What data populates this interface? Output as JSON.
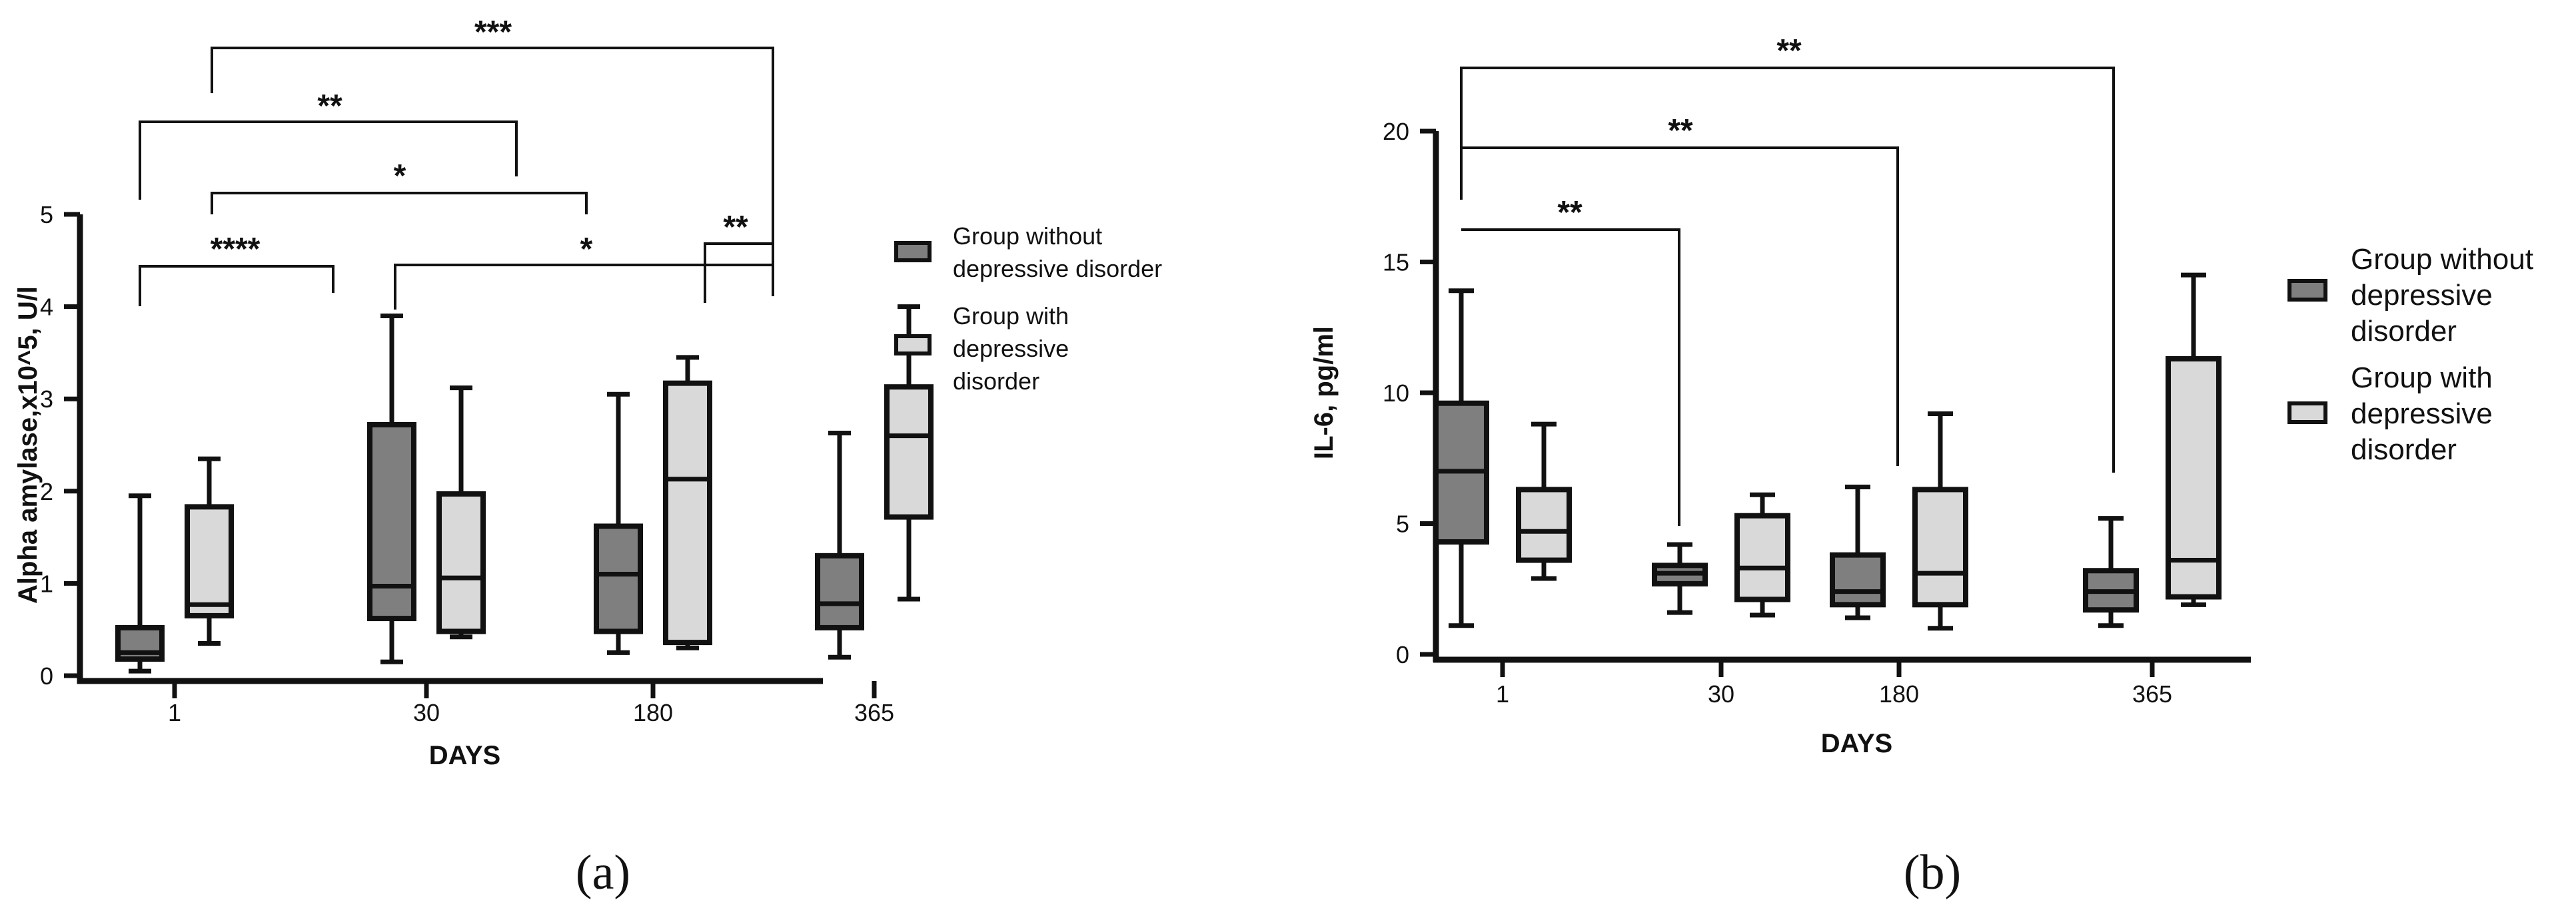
{
  "colors": {
    "group_without": "#7f7f7f",
    "group_with": "#d9d9d9",
    "stroke": "#111111"
  },
  "chart_data": [
    {
      "panel": "(a)",
      "type": "box",
      "xlabel": "DAYS",
      "ylabel": "Alpha amylase,x10^5, U/l",
      "ylim": [
        0,
        5
      ],
      "yticks": [
        "0",
        "1",
        "2",
        "3",
        "4",
        "5"
      ],
      "categories": [
        "1",
        "30",
        "180",
        "365"
      ],
      "legend_position": "right",
      "series": [
        {
          "name": "Group without depressive disorder",
          "color": "#7f7f7f",
          "boxes": [
            {
              "min": 0.05,
              "q1": 0.18,
              "median": 0.25,
              "q3": 0.52,
              "max": 1.95
            },
            {
              "min": 0.15,
              "q1": 0.62,
              "median": 0.97,
              "q3": 2.72,
              "max": 3.9
            },
            {
              "min": 0.25,
              "q1": 0.48,
              "median": 1.1,
              "q3": 1.62,
              "max": 3.05
            },
            {
              "min": 0.2,
              "q1": 0.52,
              "median": 0.78,
              "q3": 1.3,
              "max": 2.63
            }
          ]
        },
        {
          "name": "Group with depressive disorder",
          "color": "#d9d9d9",
          "boxes": [
            {
              "min": 0.35,
              "q1": 0.65,
              "median": 0.77,
              "q3": 1.83,
              "max": 2.35
            },
            {
              "min": 0.42,
              "q1": 0.48,
              "median": 1.06,
              "q3": 1.97,
              "max": 3.12
            },
            {
              "min": 0.3,
              "q1": 0.36,
              "median": 2.13,
              "q3": 3.17,
              "max": 3.45
            },
            {
              "min": 0.83,
              "q1": 1.72,
              "median": 2.6,
              "q3": 3.13,
              "max": 4.0
            }
          ]
        }
      ],
      "annotations": [
        {
          "label": "***"
        },
        {
          "label": "**"
        },
        {
          "label": "*"
        },
        {
          "label": "****"
        },
        {
          "label": "*"
        },
        {
          "label": "**"
        }
      ]
    },
    {
      "panel": "(b)",
      "type": "box",
      "xlabel": "DAYS",
      "ylabel": "IL-6, pg/ml",
      "ylim": [
        0,
        20
      ],
      "yticks": [
        "0",
        "5",
        "10",
        "15",
        "20"
      ],
      "categories": [
        "1",
        "30",
        "180",
        "365"
      ],
      "legend_position": "right",
      "series": [
        {
          "name": "Group without depressive disorder",
          "color": "#7f7f7f",
          "boxes": [
            {
              "min": 1.1,
              "q1": 4.3,
              "median": 7.0,
              "q3": 9.6,
              "max": 13.9
            },
            {
              "min": 1.6,
              "q1": 2.7,
              "median": 3.1,
              "q3": 3.4,
              "max": 4.2
            },
            {
              "min": 1.4,
              "q1": 1.9,
              "median": 2.4,
              "q3": 3.8,
              "max": 6.4
            },
            {
              "min": 1.1,
              "q1": 1.7,
              "median": 2.4,
              "q3": 3.2,
              "max": 5.2
            }
          ]
        },
        {
          "name": "Group with depressive disorder",
          "color": "#d9d9d9",
          "boxes": [
            {
              "min": 2.9,
              "q1": 3.6,
              "median": 4.7,
              "q3": 6.3,
              "max": 8.8
            },
            {
              "min": 1.5,
              "q1": 2.1,
              "median": 3.3,
              "q3": 5.3,
              "max": 6.1
            },
            {
              "min": 1.0,
              "q1": 1.9,
              "median": 3.1,
              "q3": 6.3,
              "max": 9.2
            },
            {
              "min": 1.9,
              "q1": 2.2,
              "median": 3.6,
              "q3": 11.3,
              "max": 14.5
            }
          ]
        }
      ],
      "annotations": [
        {
          "label": "**"
        },
        {
          "label": "**"
        },
        {
          "label": "**"
        }
      ]
    }
  ]
}
